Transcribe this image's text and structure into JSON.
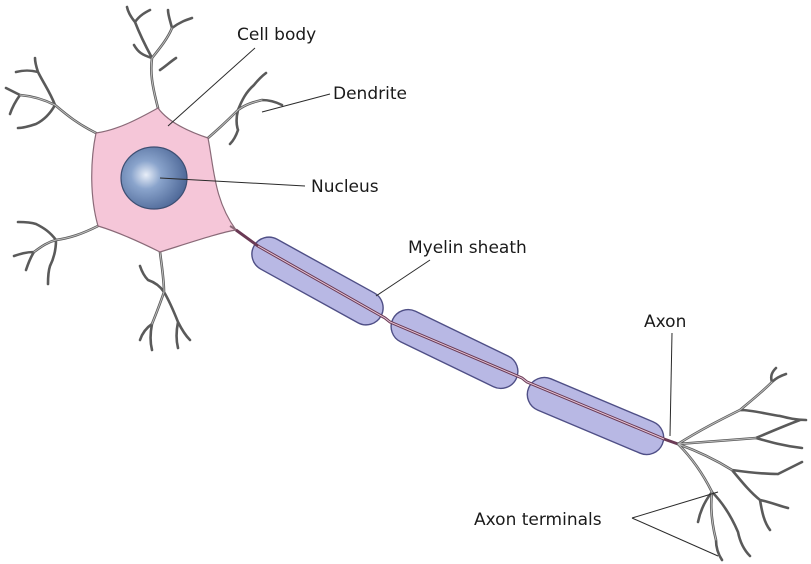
{
  "labels": {
    "cell_body": "Cell body",
    "dendrite": "Dendrite",
    "nucleus": "Nucleus",
    "myelin_sheath": "Myelin sheath",
    "axon": "Axon",
    "axon_terminals": "Axon terminals"
  },
  "colors": {
    "cell_body_fill": "#f5c6d8",
    "cell_body_stroke": "#8a6a78",
    "nucleus_fill": "#5b7aa8",
    "myelin_fill": "#b8b8e4",
    "axon_line": "#6a3a55",
    "dendrite_stroke": "#5a5a5a"
  }
}
